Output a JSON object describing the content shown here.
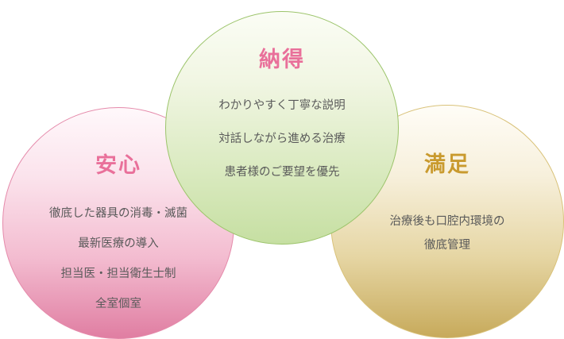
{
  "circles": {
    "anshin": {
      "title": "安心",
      "lines": [
        "徹底した器具の消毒・滅菌",
        "最新医療の導入",
        "担当医・担当衛生士制",
        "全室個室"
      ]
    },
    "nattoku": {
      "title": "納得",
      "lines": [
        "わかりやすく丁寧な説明",
        "対話しながら進める治療",
        "患者様のご要望を優先"
      ]
    },
    "manzoku": {
      "title": "満足",
      "lines": [
        "治療後も口腔内環境の",
        "徹底管理"
      ]
    }
  },
  "colors": {
    "pink": "#e9709a",
    "green_border": "#9cc46b",
    "gold": "#c99a2e",
    "text": "#5a5a5a"
  }
}
